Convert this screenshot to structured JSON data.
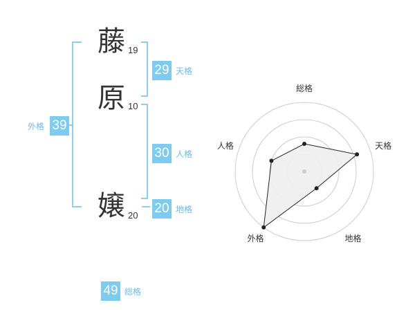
{
  "name": {
    "chars": [
      {
        "char": "藤",
        "strokes": "19"
      },
      {
        "char": "原",
        "strokes": "10"
      },
      {
        "char": "嬢",
        "strokes": "20"
      }
    ]
  },
  "kakusu": {
    "tenkaku": {
      "value": "29",
      "label": "天格"
    },
    "jinkaku": {
      "value": "30",
      "label": "人格"
    },
    "chikaku": {
      "value": "20",
      "label": "地格"
    },
    "gaikaku": {
      "value": "39",
      "label": "外格"
    },
    "soukaku": {
      "value": "49",
      "label": "総格"
    }
  },
  "colors": {
    "accent": "#7ecbf0",
    "bracket": "#8ccdf0",
    "text": "#333333",
    "grid": "#cccccc",
    "fill": "#eeeeee"
  },
  "chart_data": {
    "type": "radar",
    "axes": [
      "総格",
      "天格",
      "地格",
      "外格",
      "人格"
    ],
    "values": [
      2,
      4,
      1.5,
      5,
      2.5
    ],
    "rmax": 5,
    "rings": 4
  }
}
